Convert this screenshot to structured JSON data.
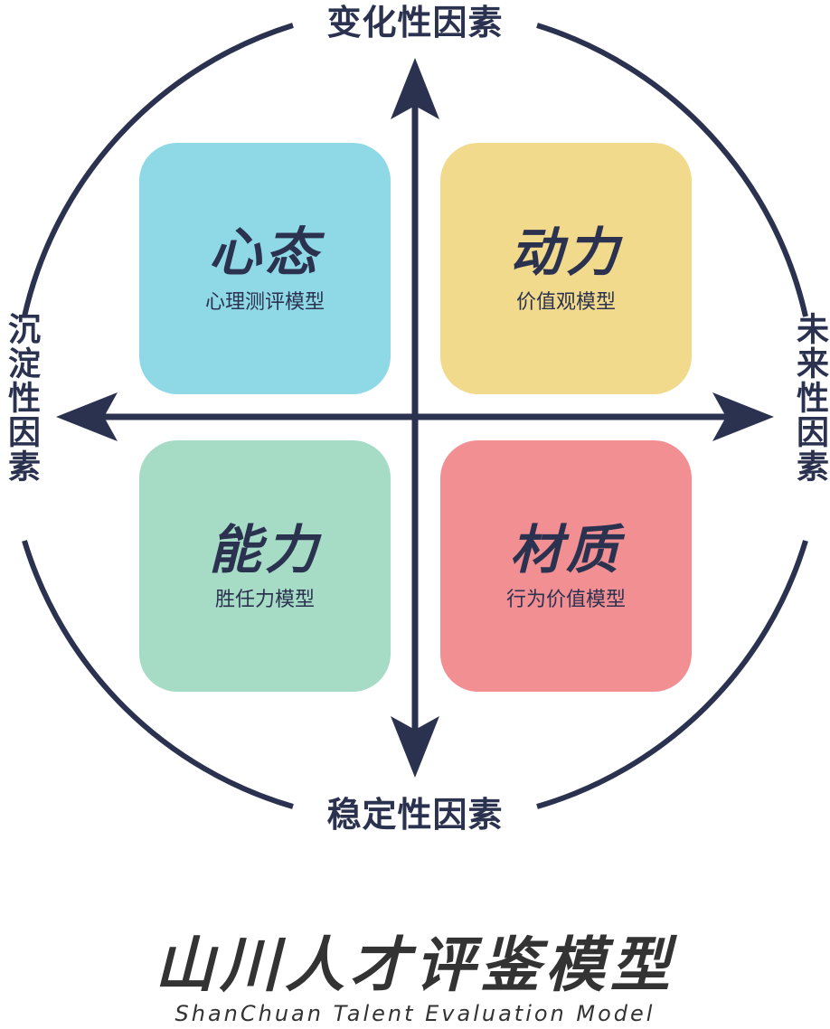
{
  "axes": {
    "top": "变化性因素",
    "bottom": "稳定性因素",
    "left": "沉淀性因素",
    "right": "未来性因素"
  },
  "quadrants": [
    {
      "title": "心态",
      "subtitle": "心理测评模型",
      "color": "#8fd9e6"
    },
    {
      "title": "动力",
      "subtitle": "价值观模型",
      "color": "#f2da8c"
    },
    {
      "title": "能力",
      "subtitle": "胜任力模型",
      "color": "#a6dbc6"
    },
    {
      "title": "材质",
      "subtitle": "行为价值模型",
      "color": "#f28f93"
    }
  ],
  "footer": {
    "title": "山川人才评鉴模型",
    "subtitle": "ShanChuan Talent Evaluation Model"
  },
  "colors": {
    "navy": "#2b3250",
    "text_dark": "#333333"
  }
}
